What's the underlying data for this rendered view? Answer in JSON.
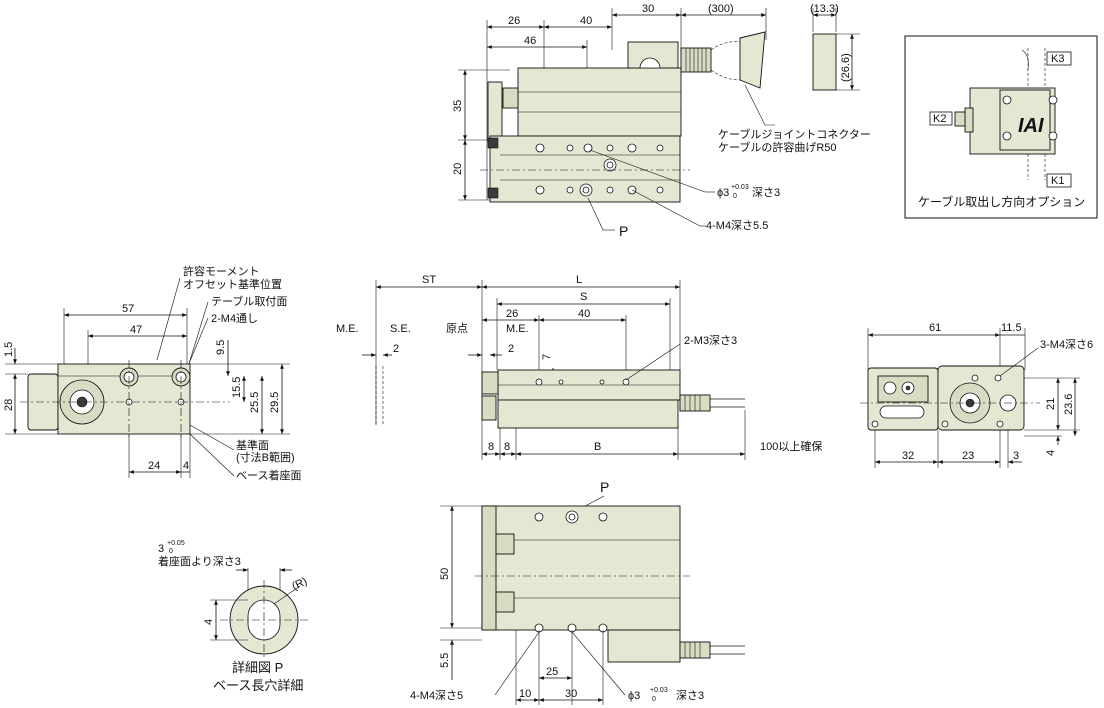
{
  "top_view": {
    "dims": {
      "d26": "26",
      "d40": "40",
      "d30": "30",
      "d300": "(300)",
      "d46": "46",
      "d35": "35",
      "d20": "20"
    },
    "cable_note_1": "ケーブルジョイントコネクター",
    "cable_note_2": "ケーブルの許容曲げR50",
    "hole_phi3": "ϕ3",
    "hole_phi3_tol": "+0.03",
    "hole_phi3_tol0": "0",
    "hole_phi3_depth": "深さ3",
    "m4_note": "4-M4深さ5.5",
    "p_label": "P"
  },
  "connector_view": {
    "d13_3": "(13.3)",
    "d26_6": "(26.6)"
  },
  "cable_option": {
    "k1": "K1",
    "k2": "K2",
    "k3": "K3",
    "logo": "IAI",
    "caption": "ケーブル取出し方向オプション"
  },
  "left_view": {
    "moment_1": "許容モーメント",
    "moment_2": "オフセット基準位置",
    "table_surface": "テーブル取付面",
    "m4_thru": "2-M4通し",
    "dims": {
      "d57": "57",
      "d47": "47",
      "d1_5": "1.5",
      "d28": "28",
      "d9_5": "9.5",
      "d15_5": "15.5",
      "d25_5": "25.5",
      "d29_5": "29.5",
      "d24": "24",
      "d4": "4"
    },
    "ref_surface": "基準面",
    "ref_range": "(寸法B範囲)",
    "base_surface": "ベース着座面"
  },
  "stroke_view": {
    "me": "M.E.",
    "se": "S.E.",
    "origin": "原点",
    "me2": "M.E.",
    "st": "ST",
    "l": "L",
    "s": "S",
    "d26": "26",
    "d40": "40",
    "d2a": "2",
    "d2b": "2",
    "d7": "7",
    "m3_note": "2-M3深さ3",
    "d8a": "8",
    "d8b": "8",
    "b": "B",
    "cable_len": "100以上確保"
  },
  "end_view": {
    "dims": {
      "d61": "61",
      "d11_5": "11.5",
      "d21": "21",
      "d23_6": "23.6",
      "d4": "4",
      "d32": "32",
      "d23": "23",
      "d3": "3"
    },
    "m4_note": "3-M4深さ6"
  },
  "bottom_view": {
    "p_label": "P",
    "dims": {
      "d50": "50",
      "d5_5": "5.5",
      "d25": "25",
      "d10": "10",
      "d30": "30"
    },
    "m4_note": "4-M4深さ5",
    "hole_phi3": "ϕ3",
    "hole_phi3_tol": "+0.03",
    "hole_phi3_tol0": "0",
    "hole_phi3_depth": "深さ3"
  },
  "detail_p": {
    "depth_val": "3",
    "tol_plus": "+0.05",
    "tol_zero": "0",
    "depth_note": "着座面より深さ3",
    "d4": "4",
    "r_label": "(R)",
    "title": "詳細図 P",
    "subtitle": "ベース長穴詳細"
  }
}
